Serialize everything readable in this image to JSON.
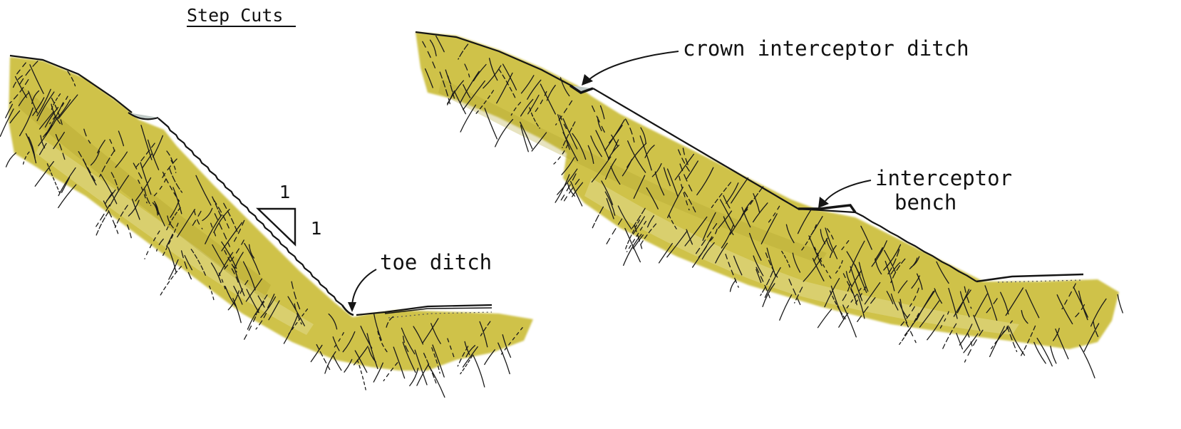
{
  "title": "Step Cuts",
  "ratio": {
    "rise": "1",
    "run": "1"
  },
  "labels": {
    "toe_ditch": "toe ditch",
    "crown_interceptor_ditch": "crown interceptor ditch",
    "interceptor_bench_line1": "interceptor",
    "interceptor_bench_line2": "bench"
  },
  "colors": {
    "soil": "#cfc24a",
    "soil_light": "#e2da8c",
    "soil_dark": "#b0a12a",
    "ink": "#151515",
    "ditch": "#bfc9c6",
    "background": "#ffffff"
  }
}
